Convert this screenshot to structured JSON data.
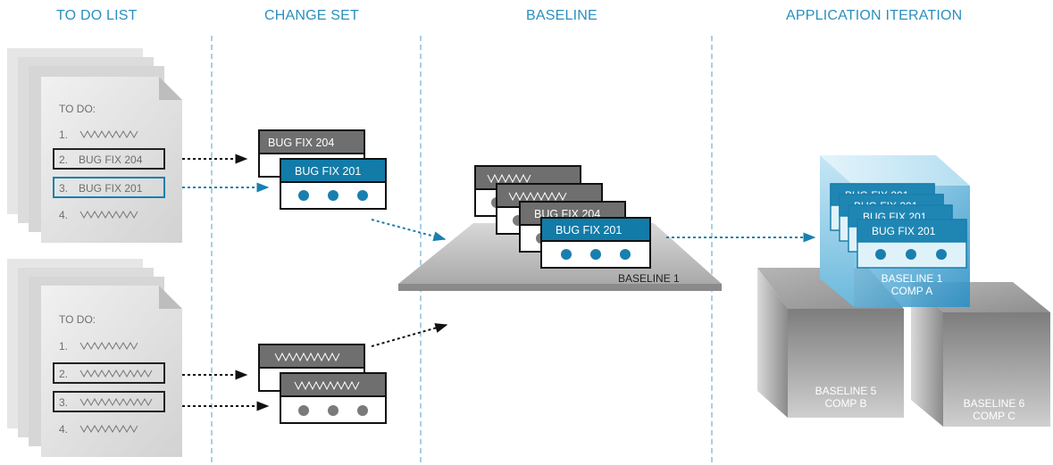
{
  "columns": {
    "todo": "TO DO LIST",
    "changeset": "CHANGE SET",
    "baseline": "BASELINE",
    "iteration": "APPLICATION ITERATION"
  },
  "todo_lists": [
    {
      "title": "TO DO:",
      "items": [
        {
          "num": "1.",
          "label": "",
          "squiggle": true
        },
        {
          "num": "2.",
          "label": "BUG FIX 204",
          "squiggle": false
        },
        {
          "num": "3.",
          "label": "BUG FIX 201",
          "squiggle": false
        },
        {
          "num": "4.",
          "label": "",
          "squiggle": true
        }
      ]
    },
    {
      "title": "TO DO:",
      "items": [
        {
          "num": "1.",
          "label": "",
          "squiggle": true
        },
        {
          "num": "2.",
          "label": "",
          "squiggle": true
        },
        {
          "num": "3.",
          "label": "",
          "squiggle": true
        },
        {
          "num": "4.",
          "label": "",
          "squiggle": true
        }
      ]
    }
  ],
  "change_sets": [
    {
      "back_label": "BUG FIX 204",
      "front_label": "BUG FIX 201",
      "front_color": "blue"
    },
    {
      "back_label": "",
      "front_label": "",
      "front_color": "gray"
    }
  ],
  "baseline": {
    "cards": [
      "",
      "",
      "BUG FIX 204",
      "BUG FIX 201"
    ],
    "label": "BASELINE 1"
  },
  "iteration": {
    "cube_a_cards": [
      "BUG FIX 201",
      "BUG FIX 201",
      "BUG FIX 201",
      "BUG FIX 201"
    ],
    "cube_a_line1": "BASELINE 1",
    "cube_a_line2": "COMP A",
    "cube_b_line1": "BASELINE 5",
    "cube_b_line2": "COMP B",
    "cube_c_line1": "BASELINE 6",
    "cube_c_line2": "COMP C"
  },
  "colors": {
    "accent_blue": "#127ba8",
    "dot_blue": "#1a7fae",
    "card_gray": "#6f6f6f",
    "dot_gray": "#7a7a7a",
    "header_blue": "#2a8fbf",
    "divider": "#a9cfe3"
  }
}
